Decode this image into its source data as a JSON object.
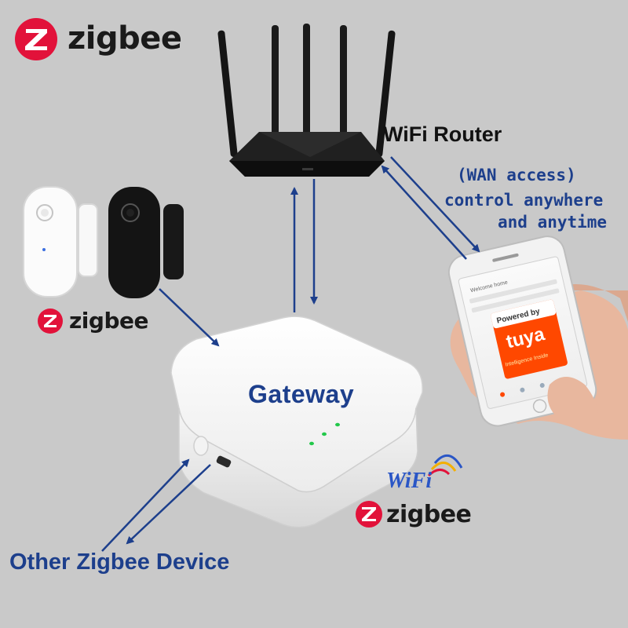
{
  "brand": {
    "zigbee_wordmark": "zigbee",
    "zigbee_color": "#e2123a",
    "wifi_wordmark": "WiFi"
  },
  "labels": {
    "router": "WiFi Router",
    "wan_line1": "(WAN access)",
    "wan_line2": "control anywhere",
    "wan_line3": "and anytime",
    "gateway": "Gateway",
    "other_device": "Other Zigbee Device"
  },
  "phone": {
    "app_title": "Welcome home",
    "badge_line1": "Powered by",
    "badge_brand": "tuya",
    "badge_line2": "Intelligence Inside"
  },
  "colors": {
    "background": "#c9c9c9",
    "arrow": "#1d3f8c",
    "label_blue": "#1d3f8c",
    "wifi_blue": "#2a56c6",
    "tuya_orange": "#ff4800",
    "led_green": "#22c84a"
  },
  "icons": [
    "zigbee-logo-icon",
    "wifi-signal-icon",
    "router-device",
    "door-sensor-device",
    "gateway-device",
    "smartphone-device"
  ]
}
